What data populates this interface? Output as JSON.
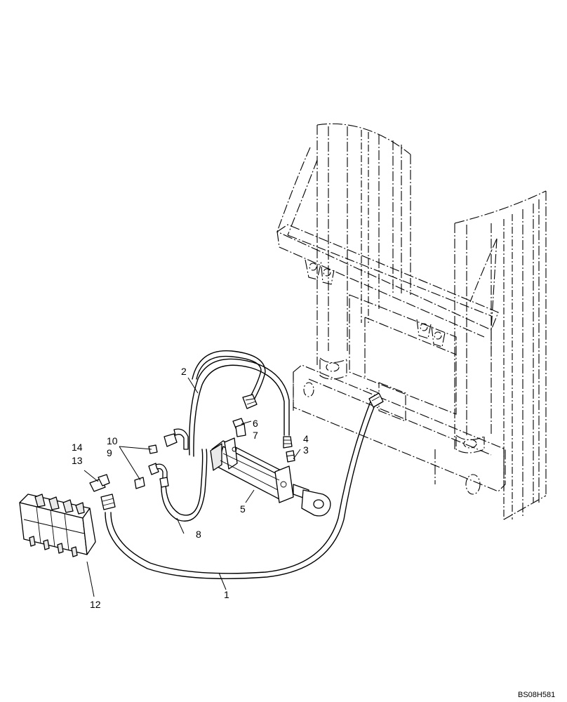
{
  "labels": {
    "p1": "1",
    "p2": "2",
    "p3": "3",
    "p4": "4",
    "p5": "5",
    "p6": "6",
    "p7": "7",
    "p8": "8",
    "p9": "9",
    "p10": "10",
    "p12": "12",
    "p13": "13",
    "p14": "14"
  },
  "drawing_code": "BS08H581"
}
